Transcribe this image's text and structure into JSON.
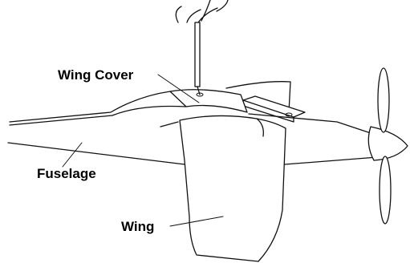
{
  "labels": {
    "wing_cover": "Wing Cover",
    "fuselage": "Fuselage",
    "wing": "Wing"
  }
}
